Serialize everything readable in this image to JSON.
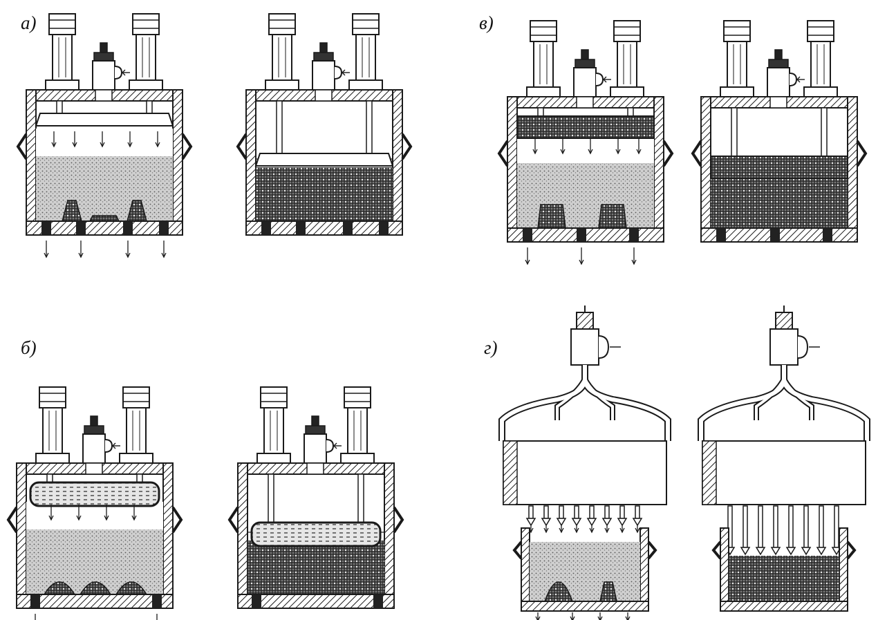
{
  "figure": {
    "panels": [
      {
        "id": "a",
        "label": "а)",
        "stages": [
          "before",
          "after"
        ],
        "feature": "flat-plate"
      },
      {
        "id": "b",
        "label": "б)",
        "stages": [
          "before",
          "after"
        ],
        "feature": "membrane"
      },
      {
        "id": "v",
        "label": "в)",
        "stages": [
          "before",
          "after"
        ],
        "feature": "perforated-plate"
      },
      {
        "id": "g",
        "label": "г)",
        "stages": [
          "before",
          "after"
        ],
        "feature": "manifold-nozzles"
      }
    ],
    "colors": {
      "ink": "#1a1a1a",
      "sand": "#b8b8b8",
      "compacted": "#555555",
      "paper": "#ffffff"
    }
  }
}
